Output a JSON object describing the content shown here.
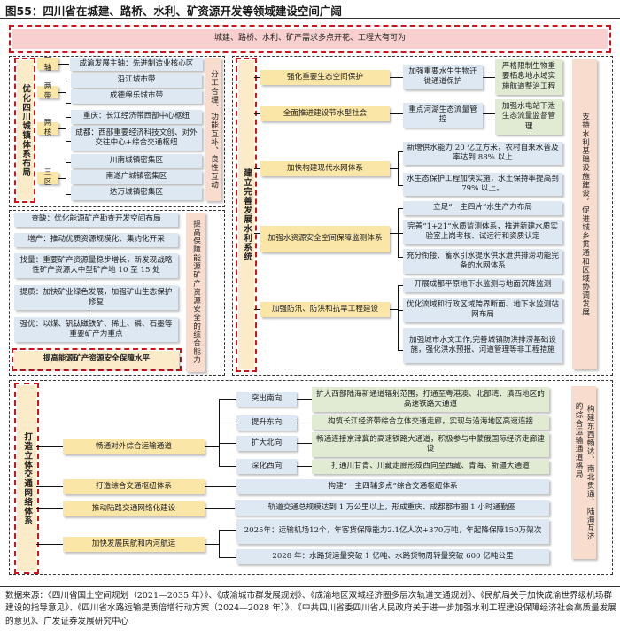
{
  "title": "图55：四川省在城建、路桥、水利、矿资源开发等领域建设空间广阔",
  "banner": "城建、路桥、水利、矿产需求多点开花、工程大有可为",
  "urban": {
    "header": "优化四川城镇体系布局",
    "side_note": "分工合理、功能互补、良性互动",
    "groups": [
      {
        "label": "一轴",
        "items": [
          "成渝发展主轴：先进制造业核心区"
        ]
      },
      {
        "label": "两带",
        "items": [
          "沿江城市带",
          "成德绵乐城市带"
        ]
      },
      {
        "label": "两核",
        "items": [
          "重庆：长江经济带西部中心枢纽",
          "成都：西部重要经济科技文创、对外交往中心+综合交通枢纽"
        ]
      },
      {
        "label": "三区",
        "items": [
          "川南城镇密集区",
          "南遂广城镇密集区",
          "达万城镇密集区"
        ]
      }
    ]
  },
  "mineral": {
    "steps": [
      "查缺：优化能源矿产勘查开发空间布局",
      "增产：推动优质资源规模化、集约化开采",
      "找量：重要矿产资源量稳步增长，新发现战略性矿产资源大中型矿产地 10 至 15 处",
      "提质：加快矿业绿色发展，加强矿山生态保护修复",
      "强优：以煤、钒钛磁铁矿、稀土、磷、石墨等重要矿产为重点"
    ],
    "goal": "提高能源矿产资源安全保障水平",
    "side_note": "提高保障能源矿产资源安全的综合能力"
  },
  "water": {
    "header": "建立完善发展水利系统",
    "side_note": "支持水利基础设施建设，促进城乡贯通和区域协调发展",
    "branches": [
      {
        "label": "强化重要生态空间保护",
        "mid": "加强重要水生生物迁徙通道保护",
        "end": "严格限制生物重要栖息地水域实施航道整治工程"
      },
      {
        "label": "全面推进建设节水型社会",
        "mid": "重点河湖生态流量管控",
        "end": "加强水电站下泄生态流量监督管理"
      },
      {
        "label": "加快构建现代水网体系",
        "items": [
          "新增供水能力 20 亿立方米，农村自来水普及率达到 88% 以上",
          "水生态保护工程加快实施，水土保持率提高到 79% 以上。"
        ]
      },
      {
        "label": "加强水资源安全空间保障监测体系",
        "items": [
          "立足“一主四片”水生产力布局",
          "完善“1+21”水质监测体系，推进新建水质实验室上岗考核、试运行和资质认定",
          "充分衔接、蓄水引水提水供水泄洪排涝功能完备的水网体系"
        ]
      },
      {
        "label": "加强防汛、防洪和抗旱工程建设",
        "items": [
          "开展成都平原地下水监测与地面沉降监测",
          "优化流域和行政区域跨界断面、地下水监测站网布局",
          "加强城市水文工作,完善城镇防洪排涝基础设施，强化洪水预报、河道管理等非工程措施"
        ]
      }
    ]
  },
  "transport": {
    "header": "打造立体交通网络体系",
    "side_note_1": "构建东西畅达、南北贯通、陆海互济",
    "side_note_2": "的综合运输通道格局",
    "branches": [
      {
        "label": "畅通对外综合运输通道",
        "subs": [
          {
            "label": "突出南向",
            "detail": "扩大西部陆海新通道辐射范围，打通至粤港澳、北部湾、滇西地区的高速铁路大通道"
          },
          {
            "label": "提升东向",
            "detail": "构筑长江经济带综合立体交通走廊，实现与沿海地区高速连接"
          },
          {
            "label": "扩大北向",
            "detail": "畅通连接京津冀的高速铁路大通道，积极参与中蒙俄国际经济走廊建设"
          },
          {
            "label": "深化西向",
            "detail": "打通川甘青、川藏走廊形成西向至西藏、青海、新疆大通道"
          }
        ]
      },
      {
        "label": "打造综合交通枢纽体系",
        "detail": "构建“一主四辅多点”综合交通枢纽体系"
      },
      {
        "label": "推动陆路交通网络化建设",
        "detail": "轨道交通总规模达到 1 万公里以上，形成重庆、成都都市圈 1 小时通勤圈"
      },
      {
        "label": "加快发展民航和内河航运",
        "details": [
          "2025年：运输机场12个，年客货保障能力2.1亿人次+370万吨，年起降保障150万架次",
          "2028 年：水路货运量突破 1 亿吨、水路货物周转量突破 600 亿吨公里"
        ]
      }
    ]
  },
  "source": "数据来源：《四川省国土空间规划（2021—2035 年）》、《成渝城市群发展规划》、《成渝地区双城经济圈多层次轨道交通规划》、《民航局关于加快成渝世界级机场群建设的指导意见》、《四川省水路运输提质倍增行动方案（2024—2028 年）》、《中共四川省委四川省人民政府关于进一步加强水利工程建设保障经济社会高质量发展的意见》、广发证券发展研究中心",
  "colors": {
    "accent_red": "#d0141b",
    "blue_box": "#dde8f3",
    "yellow_box": "#fae6a6",
    "green_box": "#e1ebd3",
    "peach_box": "#f8dccd",
    "banner": "#f9d0cf"
  }
}
